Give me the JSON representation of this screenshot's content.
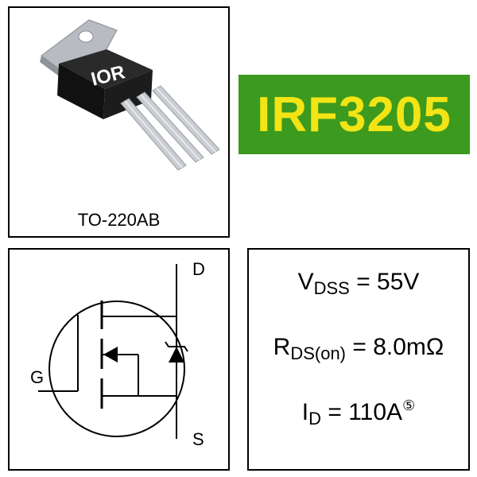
{
  "package": {
    "label": "TO-220AB",
    "logo_text": "IOR"
  },
  "part_number": "IRF3205",
  "symbol": {
    "pin_drain": "D",
    "pin_gate": "G",
    "pin_source": "S"
  },
  "specs": {
    "vdss": {
      "symbol": "V",
      "subscript": "DSS",
      "value": "= 55V"
    },
    "rds_on": {
      "symbol": "R",
      "subscript": "DS(on)",
      "value": "= 8.0mΩ"
    },
    "id": {
      "symbol": "I",
      "subscript": "D",
      "value": "= 110A",
      "note": "⑤"
    }
  },
  "colors": {
    "badge_background": "#3c9a1e",
    "badge_text": "#f2e415",
    "package_body": "#111111",
    "package_tab": "#b8bcc2"
  }
}
